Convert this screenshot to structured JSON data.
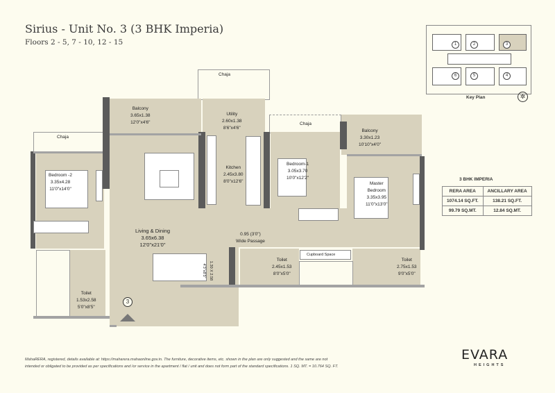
{
  "header": {
    "title": "Sirius - Unit No. 3 (3 BHK Imperia)",
    "floors": "Floors 2 - 5, 7 - 10, 12 - 15"
  },
  "key_plan": {
    "label": "Key Plan",
    "unit_numbers": [
      "1",
      "2",
      "3",
      "4",
      "5",
      "6"
    ],
    "highlighted_unit": "3"
  },
  "rooms": {
    "chaja_left": "Chaja",
    "chaja_top": "Chaja",
    "chaja_mid": "Chaja",
    "balcony_left": {
      "name": "Balcony",
      "metric": "3.65x1.38",
      "imperial": "12'0\"x4'6\""
    },
    "utility": {
      "name": "Utility",
      "metric": "2.60x1.38",
      "imperial": "8'6\"x4'6\""
    },
    "balcony_right": {
      "name": "Balcony",
      "metric": "3.30x1.23",
      "imperial": "10'10\"x4'0\""
    },
    "bedroom2": {
      "name": "Bedroom -2",
      "metric": "3.35x4.28",
      "imperial": "11'0\"x14'0\""
    },
    "kitchen": {
      "name": "Kitchen",
      "metric": "2.45x3.80",
      "imperial": "8'0\"x12'6\""
    },
    "bedroom1": {
      "name": "Bedroom-1",
      "metric": "3.05x3.70",
      "imperial": "10'0\"x12'2\""
    },
    "master": {
      "name": "Master",
      "name2": "Bedroom",
      "metric": "3.35x3.95",
      "imperial": "11'0\"x13'0\""
    },
    "living": {
      "name": "Living & Dining",
      "metric": "3.65x6.38",
      "imperial": "12'0\"x21'0\""
    },
    "passage": {
      "metric": "0.95 (3'0\")",
      "name": "Wide Passage"
    },
    "dining_table": {
      "metric": "1.30 X 2.58",
      "imperial": "4'3\"x8'5\""
    },
    "toilet_left": {
      "name": "Toilet",
      "metric": "1.53x2.58",
      "imperial": "5'0\"x8'5\""
    },
    "toilet_mid": {
      "name": "Toilet",
      "metric": "2.45x1.53",
      "imperial": "8'0\"x5'0\""
    },
    "cupboard": "Cupboard Space",
    "toilet_right": {
      "name": "Toilet",
      "metric": "2.75x1.53",
      "imperial": "9'0\"x5'0\""
    }
  },
  "unit_marker": "3",
  "area_table": {
    "title": "3 BHK IMPERIA",
    "headers": [
      "RERA AREA",
      "ANCILLARY AREA"
    ],
    "rows": [
      [
        "1074.14 SQ.FT.",
        "138.21 SQ.FT."
      ],
      [
        "99.79 SQ.MT.",
        "12.84 SQ.MT."
      ]
    ]
  },
  "footer": {
    "line1": "MahaRERA, registered, details available at: https://maharera.mahaonline.gov.in. The furniture, decorative items, etc. shown in the plan are only suggested and the same are not",
    "line2": "intended or obligated to be provided as per specifications and /or service in the apartment / flat / unit and does not form part of the standard specifications. 1 SQ. MT. = 10.764 SQ. FT."
  },
  "brand": {
    "name": "EVARA",
    "sub": "HEIGHTS"
  },
  "colors": {
    "room": "#d8d2bd",
    "wall": "#5b5b5b",
    "background": "#fdfcef"
  }
}
